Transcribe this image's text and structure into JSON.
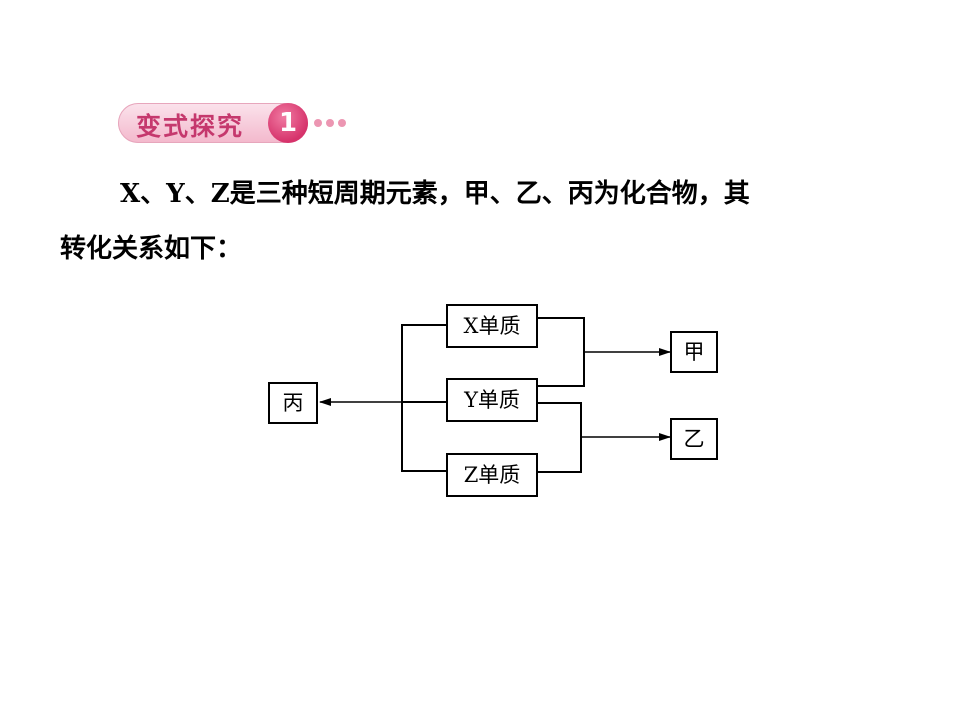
{
  "badge": {
    "label": "变式探究",
    "number": "1"
  },
  "question": {
    "line1": "X、Y、Z是三种短周期元素，甲、乙、丙为化合物，其",
    "line2": "转化关系如下："
  },
  "diagram": {
    "x_label": "X单质",
    "y_label": "Y单质",
    "z_label": "Z单质",
    "jia_label": "甲",
    "yi_label": "乙",
    "bing_label": "丙"
  }
}
